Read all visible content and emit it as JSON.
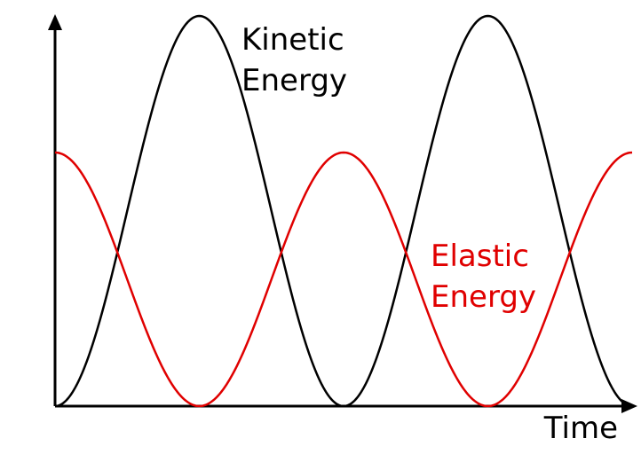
{
  "chart_data": {
    "type": "line",
    "title": "",
    "xlabel": "Time",
    "ylabel": "",
    "xlim": [
      0,
      2
    ],
    "ylim": [
      0,
      1
    ],
    "series": [
      {
        "name": "Kinetic Energy",
        "label_lines": [
          "Kinetic",
          "Energy"
        ],
        "color": "#000000",
        "x": [
          0,
          0.25,
          0.5,
          0.75,
          1.0,
          1.25,
          1.5,
          1.75,
          2.0
        ],
        "values": [
          0,
          0.5,
          1,
          0.5,
          0,
          0.5,
          1,
          0.5,
          0
        ]
      },
      {
        "name": "Elastic Energy",
        "label_lines": [
          "Elastic",
          "Energy"
        ],
        "color": "#e00000",
        "x": [
          0,
          0.25,
          0.5,
          0.75,
          1.0,
          1.25,
          1.5,
          1.75,
          2.0
        ],
        "values": [
          0.65,
          0.325,
          0,
          0.325,
          0.65,
          0.325,
          0,
          0.325,
          0.65
        ]
      }
    ],
    "grid": false,
    "axis_arrows": true
  }
}
